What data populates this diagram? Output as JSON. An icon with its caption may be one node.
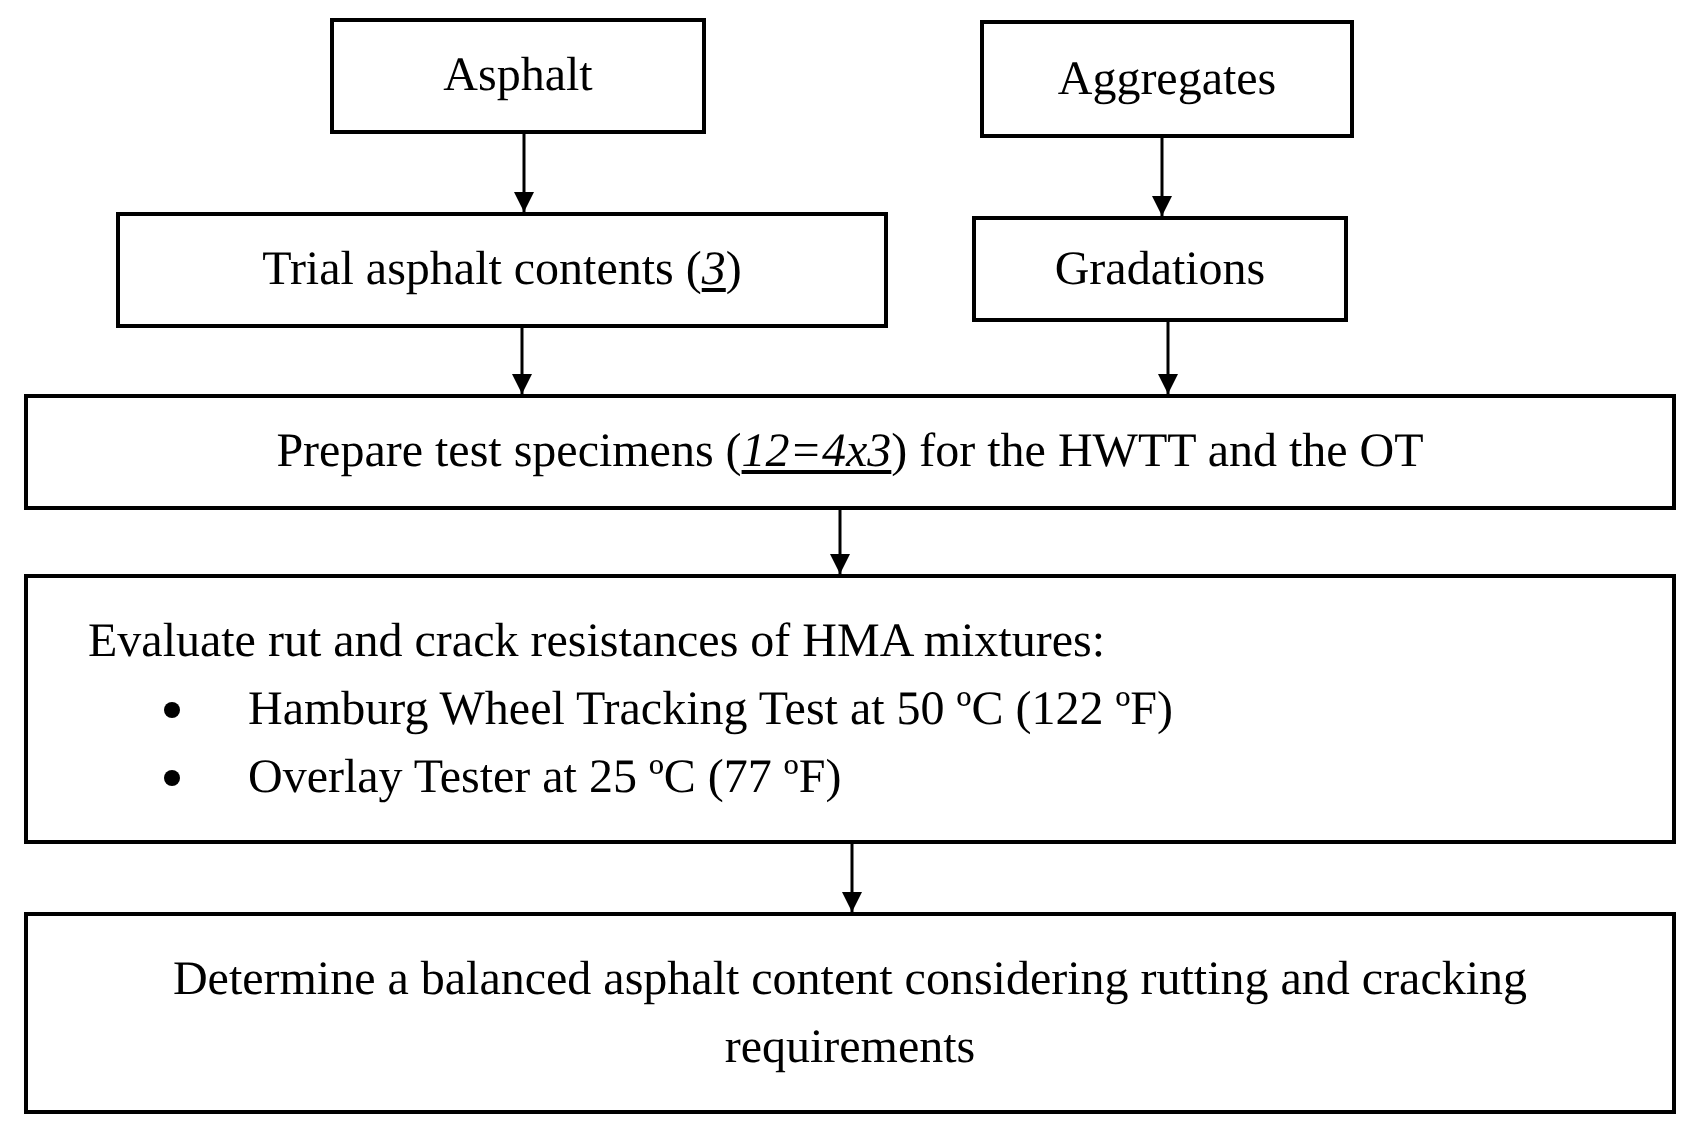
{
  "diagram": {
    "nodes": [
      {
        "text": [
          "Asphalt"
        ]
      },
      {
        "text": [
          "Aggregates"
        ]
      },
      {
        "text": [
          "Trial asphalt contents (*3*)"
        ]
      },
      {
        "text": [
          "Gradations"
        ]
      },
      {
        "text": [
          "Prepare test specimens (*12=4x3*) for the HWTT and the OT"
        ]
      },
      {
        "text": [
          "Evaluate rut and crack resistances of HMA mixtures:",
          "Hamburg Wheel Tracking Test at 50 ºC (122 ºF)",
          "Overlay Tester at 25 ºC (77 ºF)"
        ]
      },
      {
        "text": [
          "Determine a balanced asphalt content considering rutting and cracking requirements"
        ]
      }
    ],
    "edges": [
      {
        "from": 0,
        "to": 2,
        "arrow": "to"
      },
      {
        "from": 1,
        "to": 3,
        "arrow": "to"
      },
      {
        "from": 2,
        "to": 4,
        "arrow": "to"
      },
      {
        "from": 3,
        "to": 4,
        "arrow": "to"
      },
      {
        "from": 4,
        "to": 5,
        "arrow": "to"
      },
      {
        "from": 5,
        "to": 6,
        "arrow": "to"
      }
    ]
  }
}
